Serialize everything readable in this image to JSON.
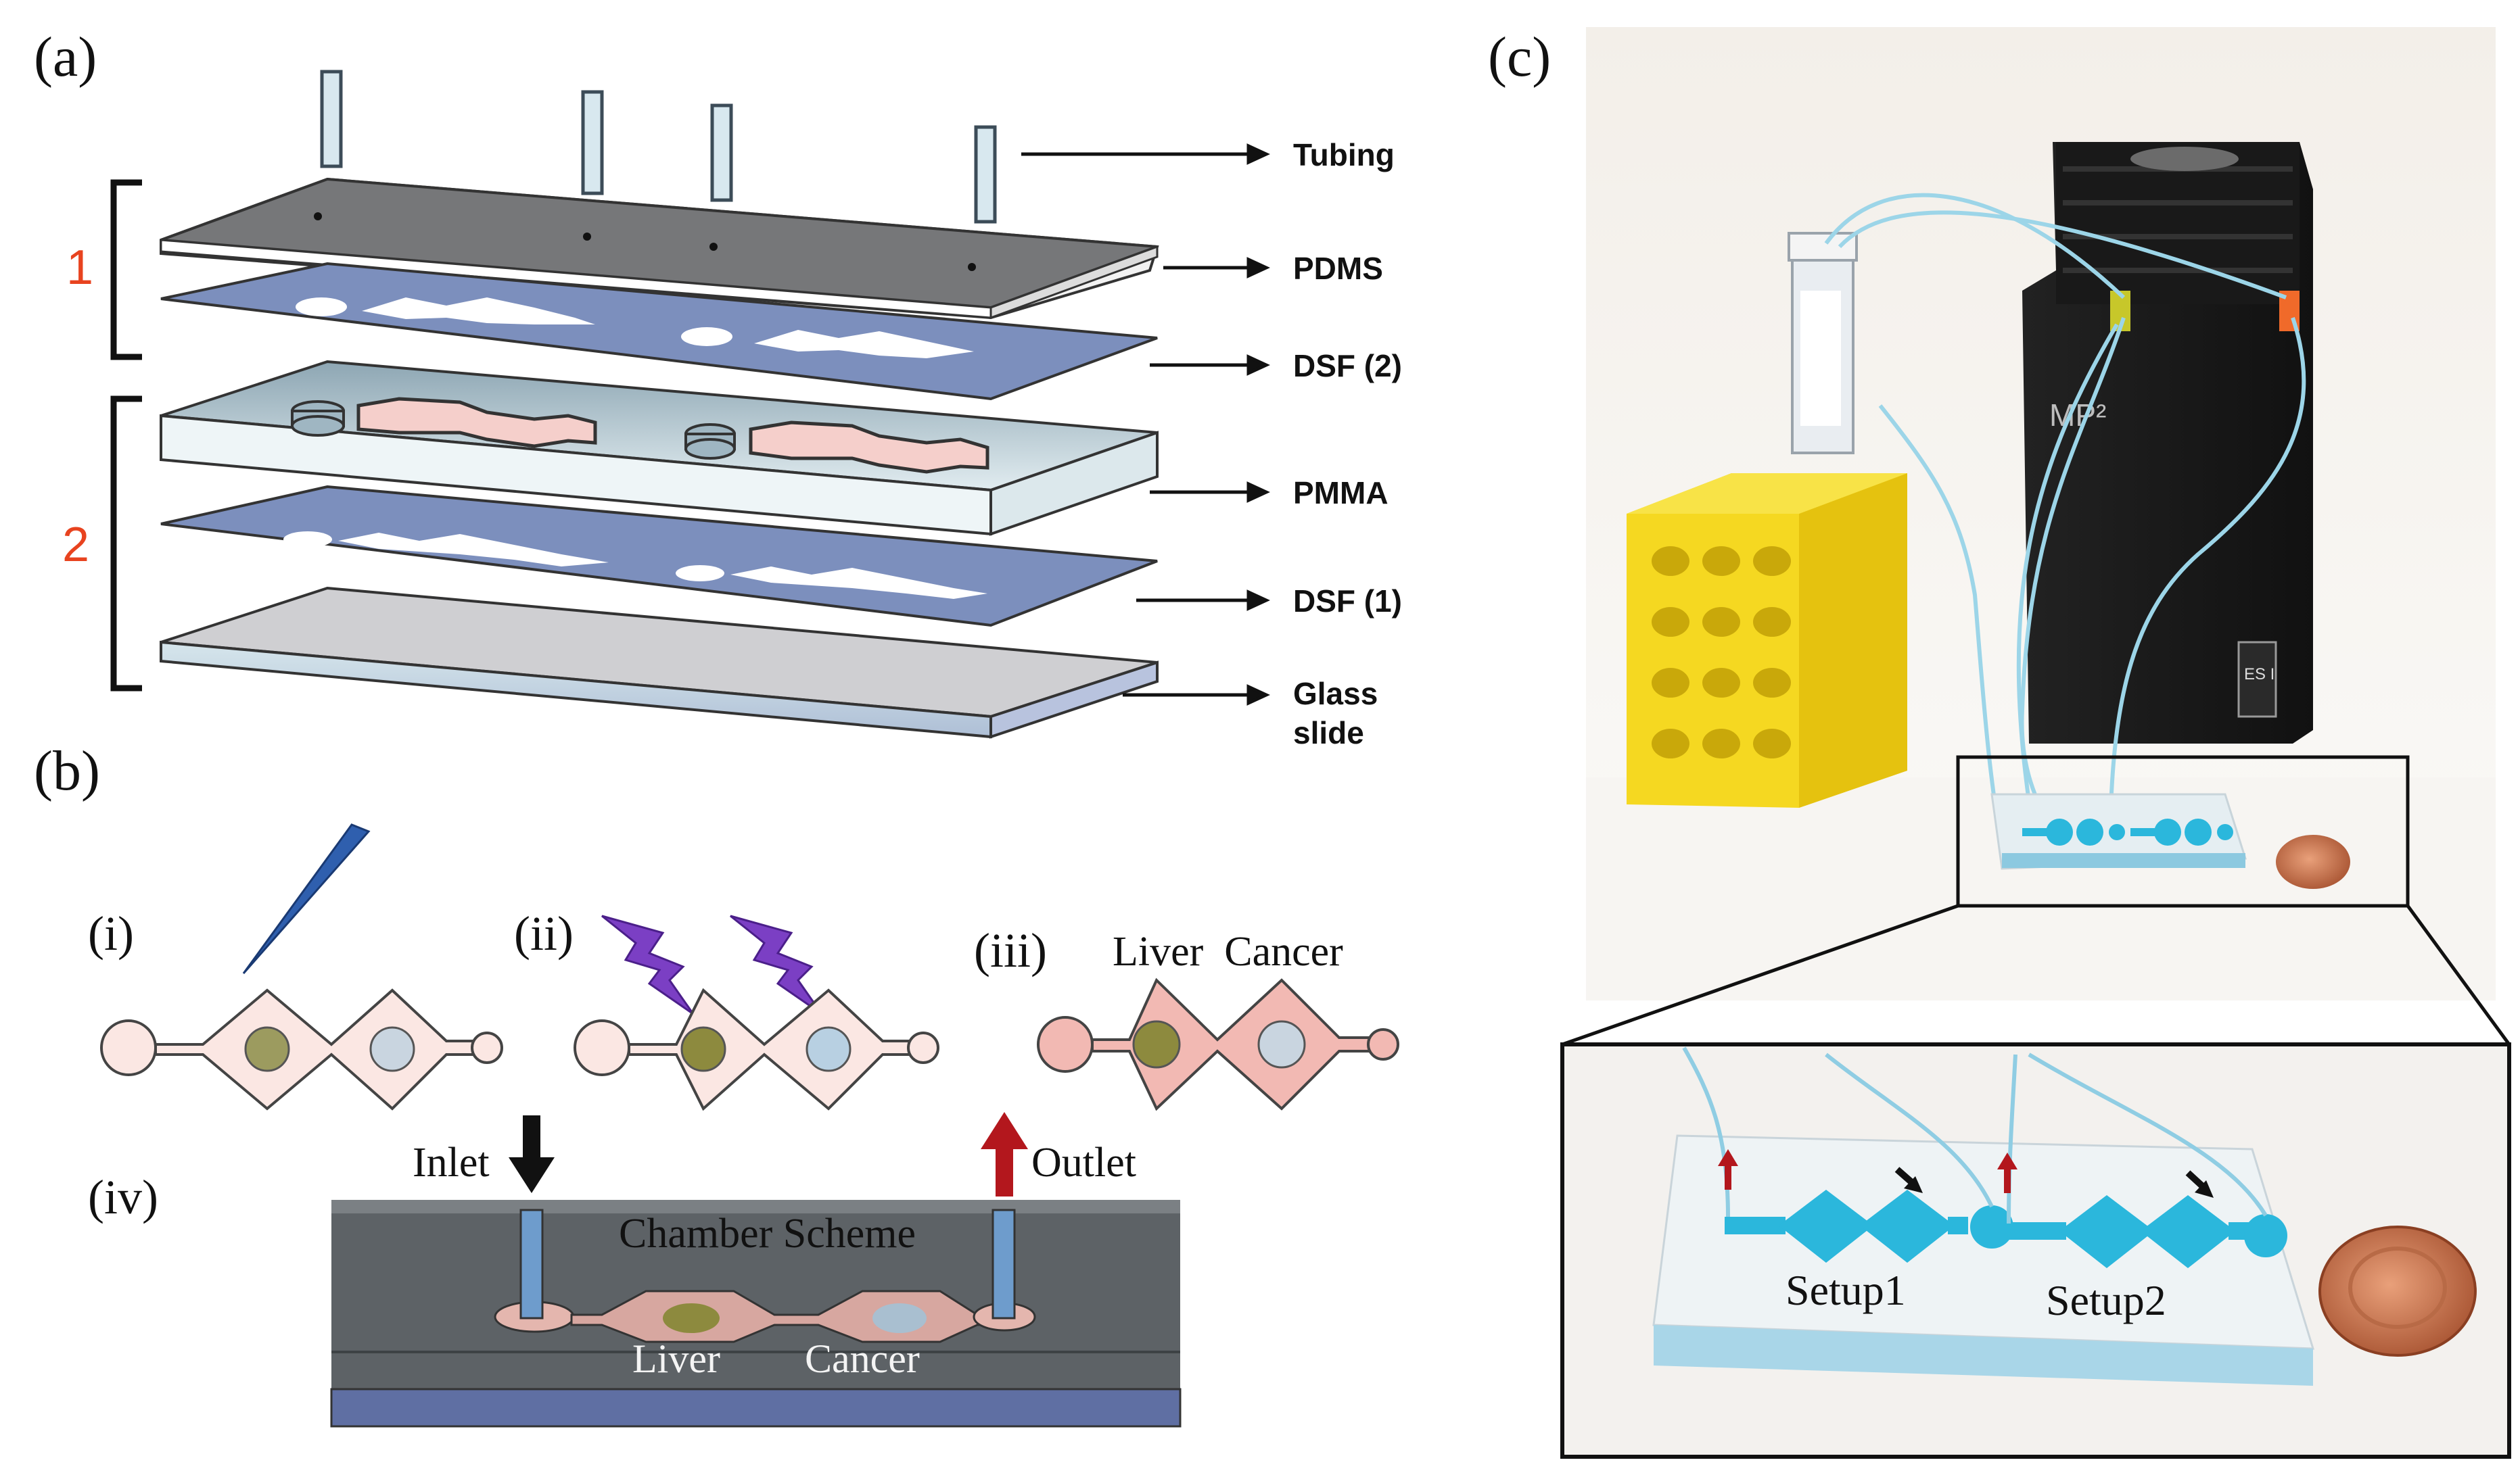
{
  "panels": {
    "a": {
      "label": "(a)",
      "group_labels": [
        "1",
        "2"
      ],
      "layers": [
        "Tubing",
        "PDMS",
        "DSF (2)",
        "PMMA",
        "DSF (1)",
        "Glass",
        "slide"
      ]
    },
    "b": {
      "label": "(b)",
      "steps": [
        "(i)",
        "(ii)",
        "(iii)",
        "(iv)"
      ],
      "title_iii": "Liver  Cancer",
      "inlet": "Inlet",
      "outlet": "Outlet",
      "chamber": "Chamber Scheme",
      "liver": "Liver",
      "cancer": "Cancer"
    },
    "c": {
      "label": "(c)",
      "pump_text": "MP²",
      "logo": "ES I",
      "setup1": "Setup1",
      "setup2": "Setup2"
    }
  },
  "colors": {
    "group_label": "#e8431f",
    "fluid_blue": "#2bb7dc",
    "inlet_red": "#b3171d",
    "rack_yellow": "#f5d821",
    "pink_chamber": "#f2b9b3"
  }
}
